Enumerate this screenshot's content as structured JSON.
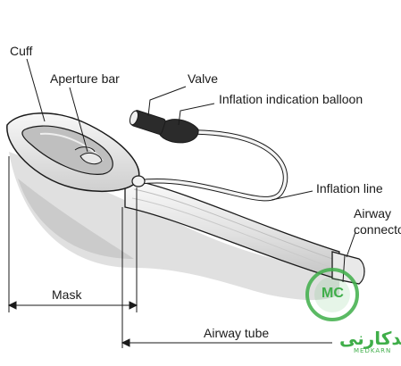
{
  "labels": {
    "cuff": "Cuff",
    "aperture_bar": "Aperture bar",
    "valve": "Valve",
    "inflation_indication_balloon": "Inflation indication balloon",
    "inflation_line": "Inflation line",
    "airway_connector_line1": "Airway",
    "airway_connector_line2": "connecto",
    "mask": "Mask",
    "airway_tube": "Airway tube"
  },
  "watermark": {
    "logo_letters": "MC",
    "text": "مدکارنی",
    "sub": "MEDKARN"
  },
  "colors": {
    "ink": "#1a1a1a",
    "shadow": "#d8d8d8",
    "tube": "#ececec",
    "watermark_green": "#3fae49"
  }
}
